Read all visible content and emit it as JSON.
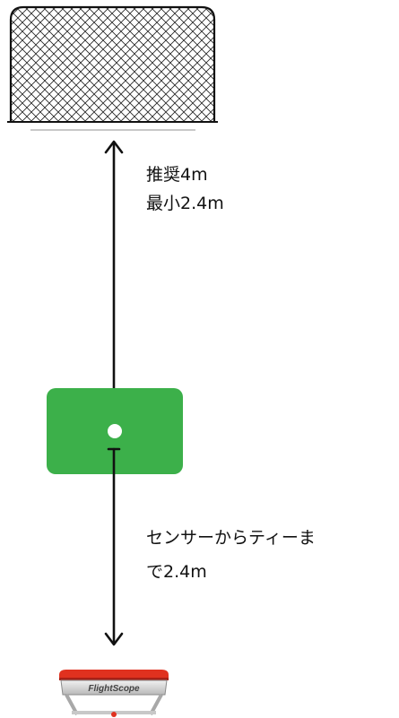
{
  "labels": {
    "recommended": "推奨4m",
    "minimum": "最小2.4m",
    "sensor_to_tee_line1": "センサーからティーま",
    "sensor_to_tee_line2": "で2.4m"
  },
  "sensor": {
    "brand": "FlightScope"
  },
  "colors": {
    "mat": "#3cb04a",
    "sensor_top": "#e0311f",
    "net_line": "#111111"
  },
  "icons": {
    "net": "golf-net-icon",
    "mat": "hitting-mat-icon",
    "ball": "golf-ball-icon",
    "sensor": "launch-monitor-icon",
    "arrow": "double-arrow-icon"
  }
}
